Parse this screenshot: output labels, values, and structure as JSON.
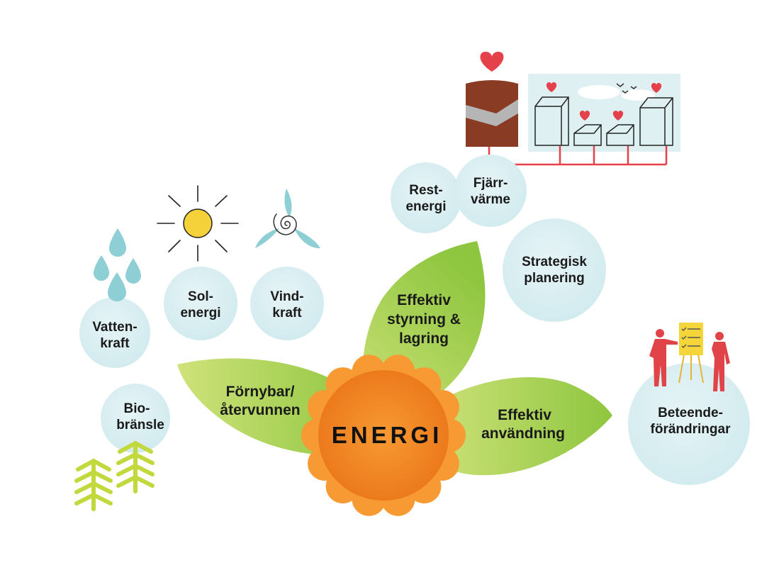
{
  "center": {
    "label": "ENERGI"
  },
  "petals": {
    "fornybar": {
      "line1": "Förnybar/",
      "line2": "återvunnen"
    },
    "styrning": {
      "line1": "Effektiv",
      "line2": "styrning &",
      "line3": "lagring"
    },
    "anvandning": {
      "line1": "Effektiv",
      "line2": "användning"
    }
  },
  "bubbles": {
    "vattenkraft": {
      "line1": "Vatten-",
      "line2": "kraft"
    },
    "solenergi": {
      "line1": "Sol-",
      "line2": "energi"
    },
    "vindkraft": {
      "line1": "Vind-",
      "line2": "kraft"
    },
    "biobransle": {
      "line1": "Bio-",
      "line2": "bränsle"
    },
    "restenergi": {
      "line1": "Rest-",
      "line2": "energi"
    },
    "fjarrvarme": {
      "line1": "Fjärr-",
      "line2": "värme"
    },
    "strategisk": {
      "line1": "Strategisk",
      "line2": "planering"
    },
    "beteende": {
      "line1": "Beteende-",
      "line2": "förändringar"
    }
  },
  "colors": {
    "bubble": "#d9eef1",
    "leaf_light": "#cfe27a",
    "leaf_dark": "#8ec63f",
    "flower_outer": "#f79a33",
    "flower_inner": "#ee7b1e",
    "water": "#8ecfd6",
    "sun": "#f6d23a",
    "heart": "#e5414b",
    "brick": "#8a3b24",
    "tree": "#c2d83c",
    "people": "#e04348",
    "board": "#f4d53a"
  }
}
